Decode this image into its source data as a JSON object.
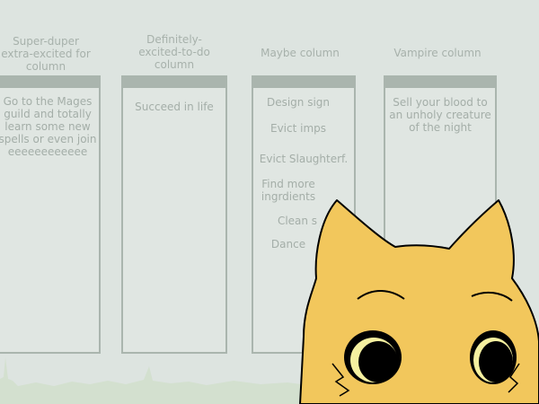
{
  "columns": [
    {
      "title": "Super-duper extra-excited for column",
      "items": [
        "Go to the Mages guild and totally learn some new spells or even join eeeeeeeeeeee"
      ]
    },
    {
      "title": "Definitely-excited-to-do column",
      "items": [
        "Succeed in life"
      ]
    },
    {
      "title": "Maybe column",
      "items": [
        "Design sign",
        "Evict imps",
        "Evict Slaughterf.",
        "Find more ingrdients",
        "Clean s",
        "Dance"
      ]
    },
    {
      "title": "Vampire column",
      "items": [
        "Sell your blood to an unholy creature of the night"
      ]
    }
  ],
  "colors": {
    "background": "#dde4e0",
    "column_border": "#aab5ae",
    "text": "#a4aea8",
    "cat_fur": "#f2c75c",
    "cat_eye": "#f5f0a0",
    "grass": "#d3e0cf"
  },
  "icons": [
    "cat-icon"
  ]
}
